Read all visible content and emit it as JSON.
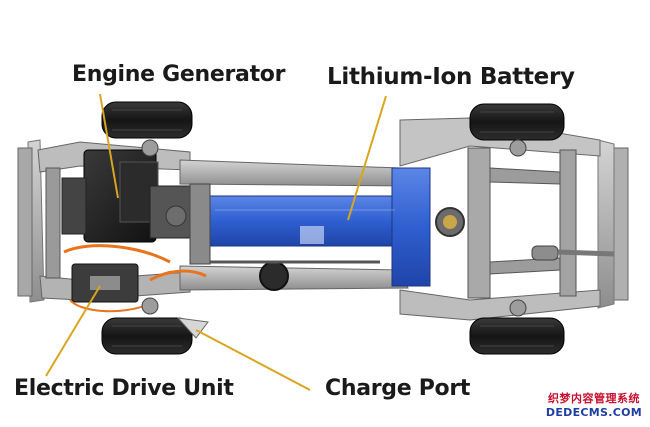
{
  "labels": {
    "engine_generator": "Engine Generator",
    "lithium_ion_battery": "Lithium-Ion Battery",
    "electric_drive_unit": "Electric Drive Unit",
    "charge_port": "Charge Port"
  },
  "watermark": {
    "line1": "织梦内容管理系统",
    "line2": "DEDECMS.COM"
  },
  "colors": {
    "leader_line": "#d9a51f",
    "battery_blue": "#2f5fd0",
    "frame_gray": "#b5b5b5",
    "tire": "#1e1e1e",
    "wiring_orange": "#e8741e"
  }
}
